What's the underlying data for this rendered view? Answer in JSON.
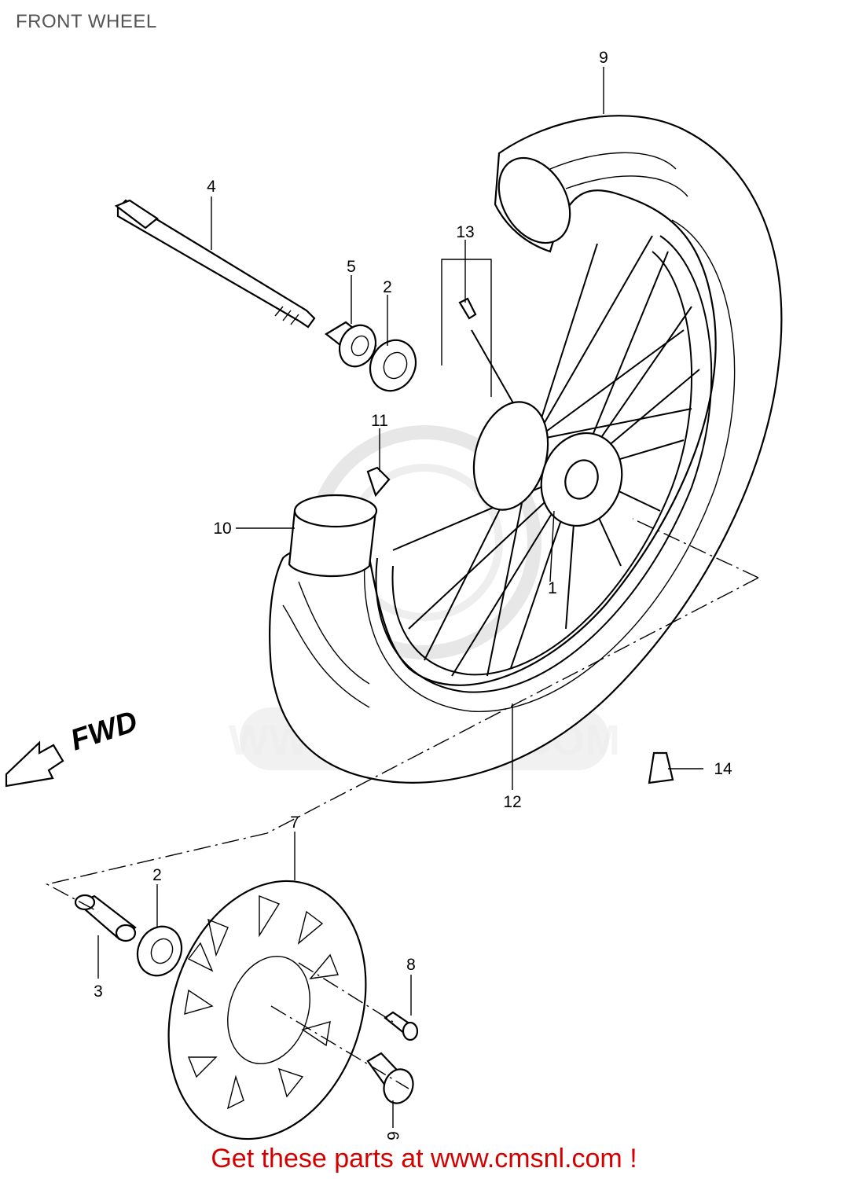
{
  "title": "FRONT WHEEL",
  "direction_label": "FWD",
  "watermark": "WWW.CMSNL.COM",
  "footer": "Get these parts at www.cmsnl.com !",
  "colors": {
    "footer": "#d40000",
    "title": "#555555",
    "line": "#000000"
  },
  "callouts": {
    "c1": "1",
    "c2a": "2",
    "c2b": "2",
    "c3": "3",
    "c4": "4",
    "c5": "5",
    "c6": "6",
    "c7": "7",
    "c8": "8",
    "c9": "9",
    "c10": "10",
    "c11": "11",
    "c12": "12",
    "c13": "13",
    "c14": "14"
  }
}
